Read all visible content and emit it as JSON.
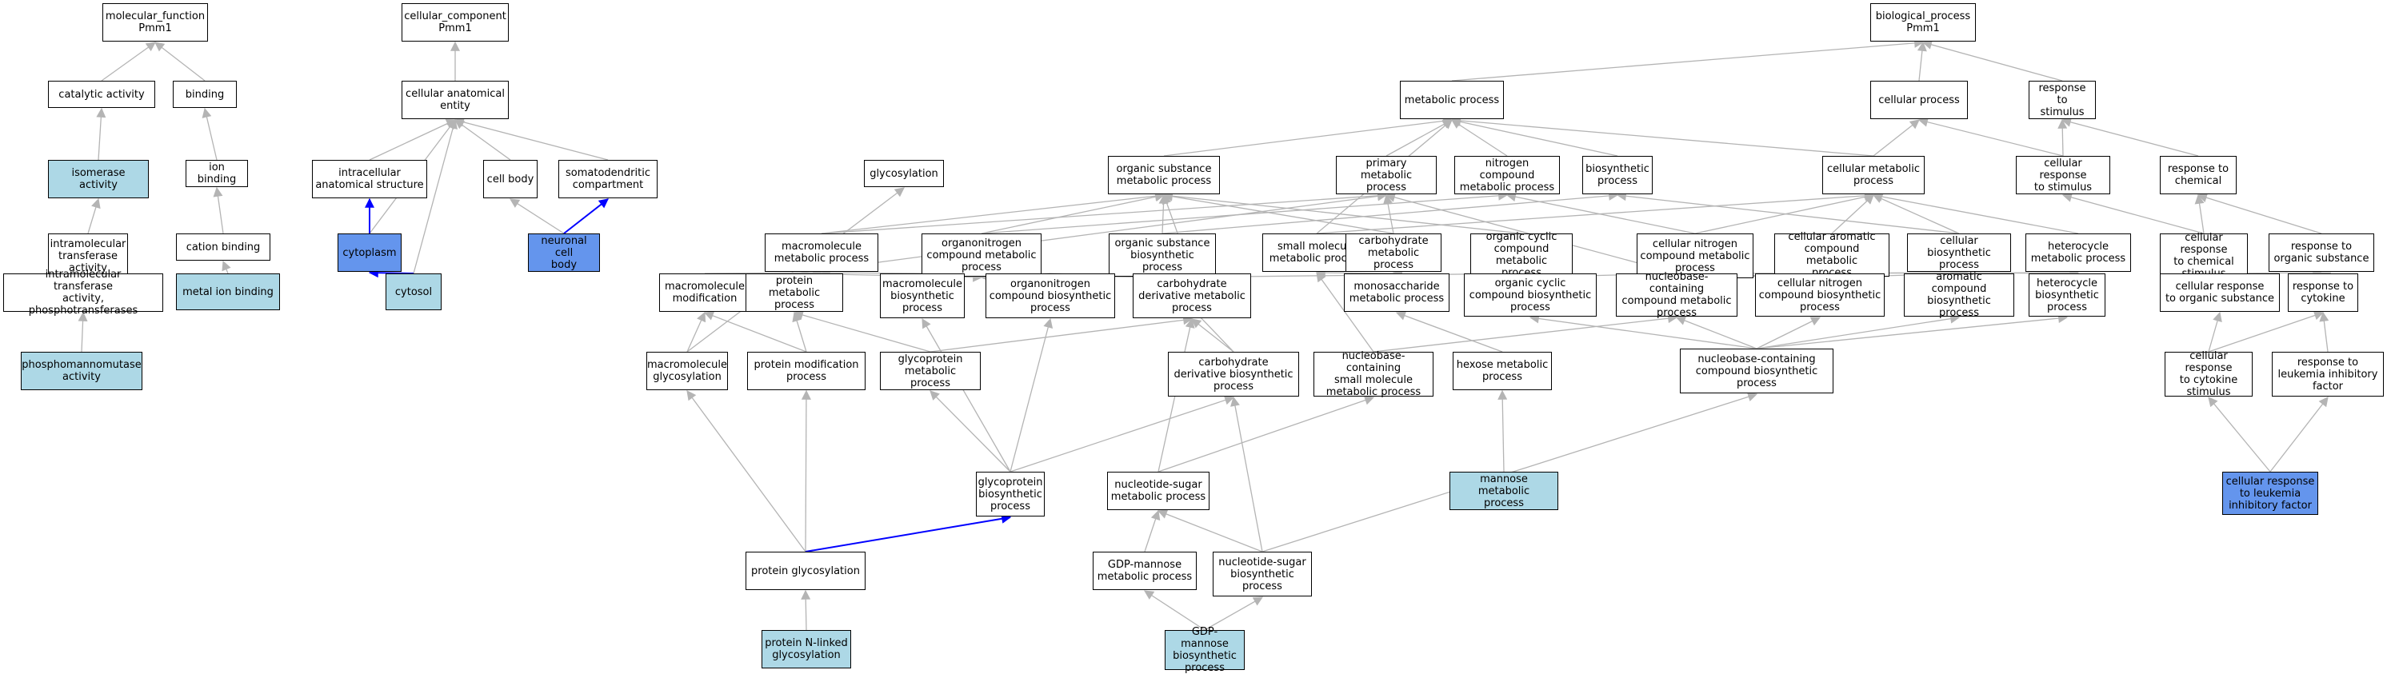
{
  "colors": {
    "plain": "#ffffff",
    "light": "#add8e6",
    "blue": "#6495ed",
    "gray_edge": "#b4b4b4",
    "blue_edge": "#0000ff"
  },
  "nodes": [
    {
      "id": "mf_root",
      "label": "molecular_function\nPmm1",
      "style": "plain"
    },
    {
      "id": "catalytic",
      "label": "catalytic activity",
      "style": "plain"
    },
    {
      "id": "binding",
      "label": "binding",
      "style": "plain"
    },
    {
      "id": "isomerase",
      "label": "isomerase activity",
      "style": "light"
    },
    {
      "id": "ion_binding",
      "label": "ion binding",
      "style": "plain"
    },
    {
      "id": "intramol_transferase",
      "label": "intramolecular\ntransferase\nactivity",
      "style": "plain"
    },
    {
      "id": "cation_binding",
      "label": "cation binding",
      "style": "plain"
    },
    {
      "id": "intramol_phospho",
      "label": "intramolecular\ntransferase\nactivity, phosphotransferases",
      "style": "plain"
    },
    {
      "id": "metal_ion_binding",
      "label": "metal ion binding",
      "style": "light"
    },
    {
      "id": "pmm_activity",
      "label": "phosphomannomutase\nactivity",
      "style": "light"
    },
    {
      "id": "cc_root",
      "label": "cellular_component\nPmm1",
      "style": "plain"
    },
    {
      "id": "cell_anat",
      "label": "cellular anatomical\nentity",
      "style": "plain"
    },
    {
      "id": "intracellular",
      "label": "intracellular\nanatomical structure",
      "style": "plain"
    },
    {
      "id": "cell_body",
      "label": "cell body",
      "style": "plain"
    },
    {
      "id": "somatodendritic",
      "label": "somatodendritic\ncompartment",
      "style": "plain"
    },
    {
      "id": "cytoplasm",
      "label": "cytoplasm",
      "style": "blue"
    },
    {
      "id": "neuronal_cell_body",
      "label": "neuronal cell\nbody",
      "style": "blue"
    },
    {
      "id": "cytosol",
      "label": "cytosol",
      "style": "light"
    },
    {
      "id": "bp_root",
      "label": "biological_process\nPmm1",
      "style": "plain"
    },
    {
      "id": "metabolic",
      "label": "metabolic process",
      "style": "plain"
    },
    {
      "id": "cellular_process",
      "label": "cellular process",
      "style": "plain"
    },
    {
      "id": "resp_stimulus",
      "label": "response to\nstimulus",
      "style": "plain"
    },
    {
      "id": "glycosylation",
      "label": "glycosylation",
      "style": "plain"
    },
    {
      "id": "org_sub_met",
      "label": "organic substance\nmetabolic process",
      "style": "plain"
    },
    {
      "id": "primary_met",
      "label": "primary metabolic\nprocess",
      "style": "plain"
    },
    {
      "id": "nitrogen_comp_met",
      "label": "nitrogen compound\nmetabolic process",
      "style": "plain"
    },
    {
      "id": "biosynthetic",
      "label": "biosynthetic\nprocess",
      "style": "plain"
    },
    {
      "id": "cell_met",
      "label": "cellular metabolic\nprocess",
      "style": "plain"
    },
    {
      "id": "cell_resp_stim",
      "label": "cellular response\nto stimulus",
      "style": "plain"
    },
    {
      "id": "resp_chemical",
      "label": "response to\nchemical",
      "style": "plain"
    },
    {
      "id": "macromol_met",
      "label": "macromolecule\nmetabolic process",
      "style": "plain"
    },
    {
      "id": "organonitrogen_met",
      "label": "organonitrogen\ncompound metabolic\nprocess",
      "style": "plain"
    },
    {
      "id": "org_sub_bio",
      "label": "organic substance\nbiosynthetic\nprocess",
      "style": "plain"
    },
    {
      "id": "small_mol_met",
      "label": "small molecule\nmetabolic process",
      "style": "plain"
    },
    {
      "id": "carb_met",
      "label": "carbohydrate\nmetabolic process",
      "style": "plain"
    },
    {
      "id": "org_cyclic_met",
      "label": "organic cyclic\ncompound metabolic\nprocess",
      "style": "plain"
    },
    {
      "id": "cell_nitrogen_met",
      "label": "cellular nitrogen\ncompound metabolic\nprocess",
      "style": "plain"
    },
    {
      "id": "cell_aromatic_met",
      "label": "cellular aromatic\ncompound metabolic\nprocess",
      "style": "plain"
    },
    {
      "id": "cell_bio",
      "label": "cellular biosynthetic\nprocess",
      "style": "plain"
    },
    {
      "id": "heterocycle_met",
      "label": "heterocycle\nmetabolic process",
      "style": "plain"
    },
    {
      "id": "cell_resp_chem",
      "label": "cellular response\nto chemical\nstimulus",
      "style": "plain"
    },
    {
      "id": "resp_org_sub",
      "label": "response to\norganic substance",
      "style": "plain"
    },
    {
      "id": "macromol_mod",
      "label": "macromolecule\nmodification",
      "style": "plain"
    },
    {
      "id": "protein_met",
      "label": "protein metabolic\nprocess",
      "style": "plain"
    },
    {
      "id": "macromol_bio",
      "label": "macromolecule\nbiosynthetic\nprocess",
      "style": "plain"
    },
    {
      "id": "organonitrogen_bio",
      "label": "organonitrogen\ncompound biosynthetic\nprocess",
      "style": "plain"
    },
    {
      "id": "carb_deriv_met",
      "label": "carbohydrate\nderivative metabolic\nprocess",
      "style": "plain"
    },
    {
      "id": "monosacch_met",
      "label": "monosaccharide\nmetabolic process",
      "style": "plain"
    },
    {
      "id": "org_cyclic_bio",
      "label": "organic cyclic\ncompound biosynthetic\nprocess",
      "style": "plain"
    },
    {
      "id": "nucleobase_met",
      "label": "nucleobase-containing\ncompound metabolic\nprocess",
      "style": "plain"
    },
    {
      "id": "cell_nitrogen_bio",
      "label": "cellular nitrogen\ncompound biosynthetic\nprocess",
      "style": "plain"
    },
    {
      "id": "aromatic_bio",
      "label": "aromatic compound\nbiosynthetic\nprocess",
      "style": "plain"
    },
    {
      "id": "heterocycle_bio",
      "label": "heterocycle\nbiosynthetic\nprocess",
      "style": "plain"
    },
    {
      "id": "cell_resp_org_sub",
      "label": "cellular response\nto organic substance",
      "style": "plain"
    },
    {
      "id": "resp_cytokine",
      "label": "response to\ncytokine",
      "style": "plain"
    },
    {
      "id": "macromol_glyco",
      "label": "macromolecule\nglycosylation",
      "style": "plain"
    },
    {
      "id": "protein_mod",
      "label": "protein modification\nprocess",
      "style": "plain"
    },
    {
      "id": "glycoprotein_met",
      "label": "glycoprotein\nmetabolic process",
      "style": "plain"
    },
    {
      "id": "carb_deriv_bio",
      "label": "carbohydrate\nderivative biosynthetic\nprocess",
      "style": "plain"
    },
    {
      "id": "nucleobase_small",
      "label": "nucleobase-containing\nsmall molecule\nmetabolic process",
      "style": "plain"
    },
    {
      "id": "hexose_met",
      "label": "hexose metabolic\nprocess",
      "style": "plain"
    },
    {
      "id": "nucleobase_bio",
      "label": "nucleobase-containing\ncompound biosynthetic\nprocess",
      "style": "plain"
    },
    {
      "id": "cell_resp_cytokine",
      "label": "cellular response\nto cytokine\nstimulus",
      "style": "plain"
    },
    {
      "id": "resp_lif",
      "label": "response to\nleukemia inhibitory\nfactor",
      "style": "plain"
    },
    {
      "id": "glycoprotein_bio",
      "label": "glycoprotein\nbiosynthetic\nprocess",
      "style": "plain"
    },
    {
      "id": "nucleotide_sugar_met",
      "label": "nucleotide-sugar\nmetabolic process",
      "style": "plain"
    },
    {
      "id": "mannose_met",
      "label": "mannose metabolic\nprocess",
      "style": "light"
    },
    {
      "id": "cell_resp_lif",
      "label": "cellular response\nto leukemia\ninhibitory factor",
      "style": "blue"
    },
    {
      "id": "protein_glyco",
      "label": "protein glycosylation",
      "style": "plain"
    },
    {
      "id": "gdp_mannose_met",
      "label": "GDP-mannose\nmetabolic process",
      "style": "plain"
    },
    {
      "id": "nucleotide_sugar_bio",
      "label": "nucleotide-sugar\nbiosynthetic\nprocess",
      "style": "plain"
    },
    {
      "id": "n_linked_glyco",
      "label": "protein N-linked\nglycosylation",
      "style": "light"
    },
    {
      "id": "gdp_mannose_bio",
      "label": "GDP-mannose\nbiosynthetic\nprocess",
      "style": "light"
    }
  ],
  "edges": [
    [
      "catalytic",
      "mf_root",
      "gray"
    ],
    [
      "binding",
      "mf_root",
      "gray"
    ],
    [
      "isomerase",
      "catalytic",
      "gray"
    ],
    [
      "ion_binding",
      "binding",
      "gray"
    ],
    [
      "intramol_transferase",
      "isomerase",
      "gray"
    ],
    [
      "cation_binding",
      "ion_binding",
      "gray"
    ],
    [
      "intramol_phospho",
      "intramol_transferase",
      "gray"
    ],
    [
      "metal_ion_binding",
      "cation_binding",
      "gray"
    ],
    [
      "pmm_activity",
      "intramol_phospho",
      "gray"
    ],
    [
      "cell_anat",
      "cc_root",
      "gray"
    ],
    [
      "intracellular",
      "cell_anat",
      "gray"
    ],
    [
      "cell_body",
      "cell_anat",
      "gray"
    ],
    [
      "somatodendritic",
      "cell_anat",
      "gray"
    ],
    [
      "cytoplasm",
      "cell_anat",
      "gray"
    ],
    [
      "cytosol",
      "cell_anat",
      "gray"
    ],
    [
      "cytoplasm",
      "intracellular",
      "blue"
    ],
    [
      "cytosol",
      "cytoplasm",
      "blue"
    ],
    [
      "neuronal_cell_body",
      "cell_body",
      "gray"
    ],
    [
      "neuronal_cell_body",
      "somatodendritic",
      "blue"
    ],
    [
      "metabolic",
      "bp_root",
      "gray"
    ],
    [
      "cellular_process",
      "bp_root",
      "gray"
    ],
    [
      "resp_stimulus",
      "bp_root",
      "gray"
    ],
    [
      "org_sub_met",
      "metabolic",
      "gray"
    ],
    [
      "primary_met",
      "metabolic",
      "gray"
    ],
    [
      "nitrogen_comp_met",
      "metabolic",
      "gray"
    ],
    [
      "biosynthetic",
      "metabolic",
      "gray"
    ],
    [
      "cell_met",
      "metabolic",
      "gray"
    ],
    [
      "small_mol_met",
      "metabolic",
      "gray"
    ],
    [
      "cell_met",
      "cellular_process",
      "gray"
    ],
    [
      "cell_resp_stim",
      "cellular_process",
      "gray"
    ],
    [
      "cell_resp_stim",
      "resp_stimulus",
      "gray"
    ],
    [
      "resp_chemical",
      "resp_stimulus",
      "gray"
    ],
    [
      "macromol_glyco",
      "glycosylation",
      "gray"
    ],
    [
      "macromol_met",
      "org_sub_met",
      "gray"
    ],
    [
      "macromol_met",
      "primary_met",
      "gray"
    ],
    [
      "organonitrogen_met",
      "org_sub_met",
      "gray"
    ],
    [
      "organonitrogen_met",
      "nitrogen_comp_met",
      "gray"
    ],
    [
      "org_sub_bio",
      "org_sub_met",
      "gray"
    ],
    [
      "org_sub_bio",
      "biosynthetic",
      "gray"
    ],
    [
      "small_mol_met",
      "cell_met",
      "gray"
    ],
    [
      "carb_met",
      "org_sub_met",
      "gray"
    ],
    [
      "carb_met",
      "primary_met",
      "gray"
    ],
    [
      "org_cyclic_met",
      "org_sub_met",
      "gray"
    ],
    [
      "cell_nitrogen_met",
      "nitrogen_comp_met",
      "gray"
    ],
    [
      "cell_nitrogen_met",
      "cell_met",
      "gray"
    ],
    [
      "cell_aromatic_met",
      "cell_met",
      "gray"
    ],
    [
      "cell_bio",
      "cell_met",
      "gray"
    ],
    [
      "cell_bio",
      "biosynthetic",
      "gray"
    ],
    [
      "heterocycle_met",
      "cell_met",
      "gray"
    ],
    [
      "cell_resp_chem",
      "resp_chemical",
      "gray"
    ],
    [
      "cell_resp_chem",
      "cell_resp_stim",
      "gray"
    ],
    [
      "resp_org_sub",
      "resp_chemical",
      "gray"
    ],
    [
      "macromol_mod",
      "macromol_met",
      "gray"
    ],
    [
      "protein_met",
      "macromol_met",
      "gray"
    ],
    [
      "protein_met",
      "organonitrogen_met",
      "gray"
    ],
    [
      "protein_met",
      "primary_met",
      "gray"
    ],
    [
      "macromol_bio",
      "macromol_met",
      "gray"
    ],
    [
      "macromol_bio",
      "org_sub_bio",
      "gray"
    ],
    [
      "organonitrogen_bio",
      "organonitrogen_met",
      "gray"
    ],
    [
      "organonitrogen_bio",
      "org_sub_bio",
      "gray"
    ],
    [
      "carb_deriv_met",
      "org_sub_met",
      "gray"
    ],
    [
      "monosacch_met",
      "carb_met",
      "gray"
    ],
    [
      "monosacch_met",
      "small_mol_met",
      "gray"
    ],
    [
      "org_cyclic_bio",
      "org_cyclic_met",
      "gray"
    ],
    [
      "org_cyclic_bio",
      "org_sub_bio",
      "gray"
    ],
    [
      "nucleobase_met",
      "org_cyclic_met",
      "gray"
    ],
    [
      "nucleobase_met",
      "cell_nitrogen_met",
      "gray"
    ],
    [
      "nucleobase_met",
      "cell_aromatic_met",
      "gray"
    ],
    [
      "nucleobase_met",
      "heterocycle_met",
      "gray"
    ],
    [
      "nucleobase_met",
      "primary_met",
      "gray"
    ],
    [
      "cell_nitrogen_bio",
      "cell_nitrogen_met",
      "gray"
    ],
    [
      "cell_nitrogen_bio",
      "cell_bio",
      "gray"
    ],
    [
      "aromatic_bio",
      "cell_aromatic_met",
      "gray"
    ],
    [
      "aromatic_bio",
      "cell_bio",
      "gray"
    ],
    [
      "heterocycle_bio",
      "heterocycle_met",
      "gray"
    ],
    [
      "heterocycle_bio",
      "cell_bio",
      "gray"
    ],
    [
      "cell_resp_org_sub",
      "resp_org_sub",
      "gray"
    ],
    [
      "cell_resp_org_sub",
      "cell_resp_chem",
      "gray"
    ],
    [
      "resp_cytokine",
      "resp_org_sub",
      "gray"
    ],
    [
      "macromol_glyco",
      "macromol_mod",
      "gray"
    ],
    [
      "protein_mod",
      "macromol_mod",
      "gray"
    ],
    [
      "protein_mod",
      "protein_met",
      "gray"
    ],
    [
      "glycoprotein_met",
      "protein_met",
      "gray"
    ],
    [
      "glycoprotein_met",
      "carb_deriv_met",
      "gray"
    ],
    [
      "carb_deriv_bio",
      "carb_deriv_met",
      "gray"
    ],
    [
      "carb_deriv_bio",
      "org_sub_bio",
      "gray"
    ],
    [
      "nucleobase_small",
      "small_mol_met",
      "gray"
    ],
    [
      "nucleobase_small",
      "nucleobase_met",
      "gray"
    ],
    [
      "hexose_met",
      "monosacch_met",
      "gray"
    ],
    [
      "nucleobase_bio",
      "nucleobase_met",
      "gray"
    ],
    [
      "nucleobase_bio",
      "org_cyclic_bio",
      "gray"
    ],
    [
      "nucleobase_bio",
      "cell_nitrogen_bio",
      "gray"
    ],
    [
      "nucleobase_bio",
      "aromatic_bio",
      "gray"
    ],
    [
      "nucleobase_bio",
      "heterocycle_bio",
      "gray"
    ],
    [
      "cell_resp_cytokine",
      "resp_cytokine",
      "gray"
    ],
    [
      "cell_resp_cytokine",
      "cell_resp_org_sub",
      "gray"
    ],
    [
      "resp_lif",
      "resp_cytokine",
      "gray"
    ],
    [
      "glycoprotein_bio",
      "macromol_bio",
      "gray"
    ],
    [
      "glycoprotein_bio",
      "organonitrogen_bio",
      "gray"
    ],
    [
      "glycoprotein_bio",
      "glycoprotein_met",
      "gray"
    ],
    [
      "glycoprotein_bio",
      "carb_deriv_bio",
      "gray"
    ],
    [
      "nucleotide_sugar_met",
      "carb_deriv_met",
      "gray"
    ],
    [
      "nucleotide_sugar_met",
      "nucleobase_small",
      "gray"
    ],
    [
      "mannose_met",
      "hexose_met",
      "gray"
    ],
    [
      "cell_resp_lif",
      "cell_resp_cytokine",
      "gray"
    ],
    [
      "cell_resp_lif",
      "resp_lif",
      "gray"
    ],
    [
      "protein_glyco",
      "macromol_glyco",
      "gray"
    ],
    [
      "protein_glyco",
      "protein_mod",
      "gray"
    ],
    [
      "protein_glyco",
      "glycoprotein_bio",
      "blue"
    ],
    [
      "gdp_mannose_met",
      "nucleotide_sugar_met",
      "gray"
    ],
    [
      "nucleotide_sugar_bio",
      "nucleotide_sugar_met",
      "gray"
    ],
    [
      "nucleotide_sugar_bio",
      "carb_deriv_bio",
      "gray"
    ],
    [
      "nucleotide_sugar_bio",
      "nucleobase_bio",
      "gray"
    ],
    [
      "n_linked_glyco",
      "protein_glyco",
      "gray"
    ],
    [
      "gdp_mannose_bio",
      "gdp_mannose_met",
      "gray"
    ],
    [
      "gdp_mannose_bio",
      "nucleotide_sugar_bio",
      "gray"
    ]
  ]
}
